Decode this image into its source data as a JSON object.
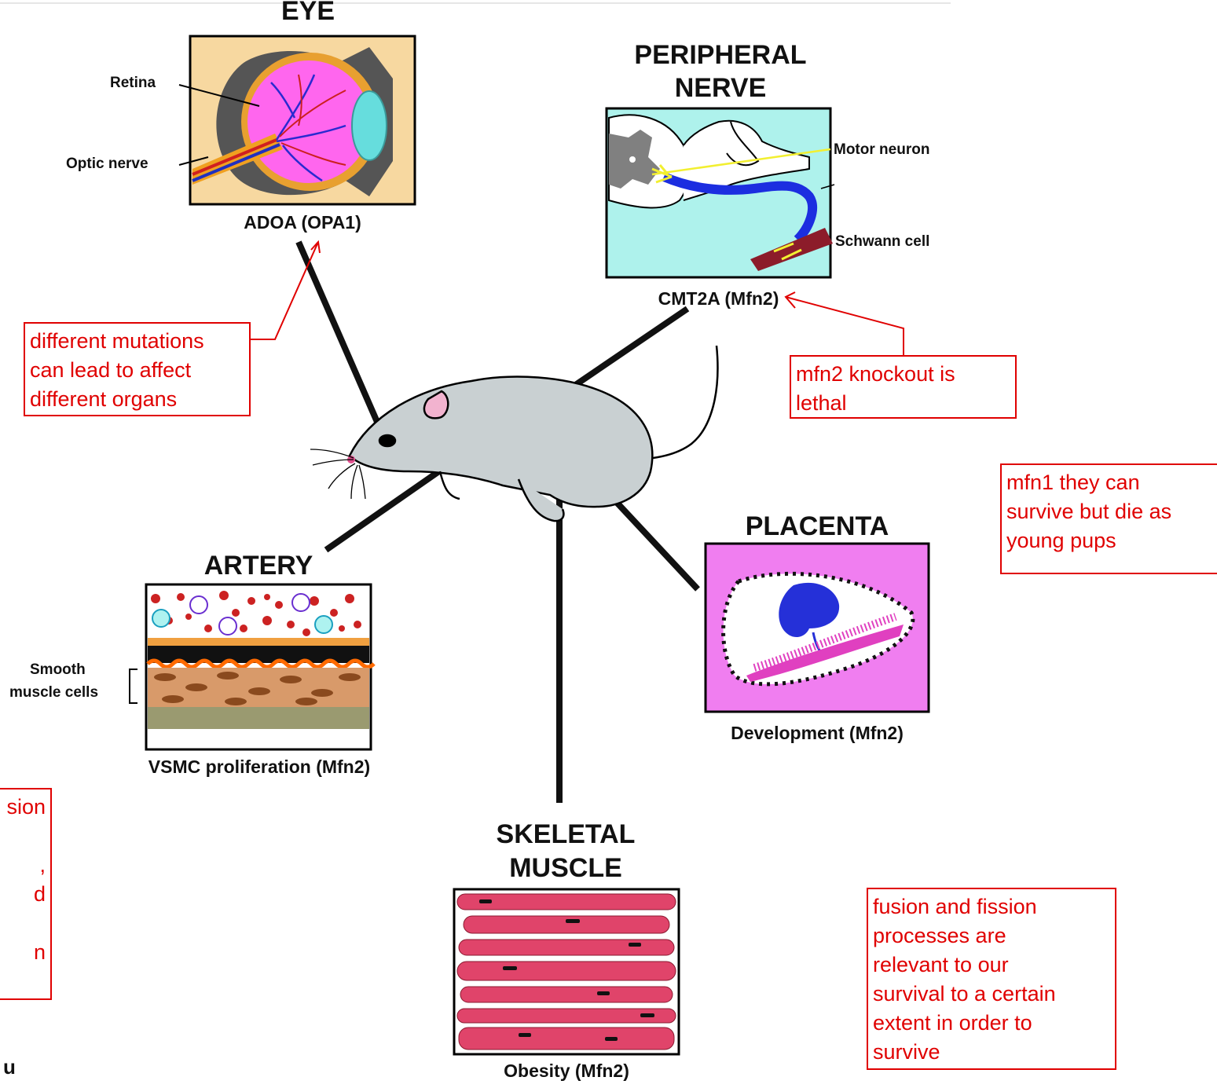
{
  "organs": {
    "eye": {
      "title": "EYE",
      "caption": "ADOA (OPA1)",
      "labels": {
        "retina": "Retina",
        "optic_nerve": "Optic nerve"
      }
    },
    "nerve": {
      "title_line1": "PERIPHERAL",
      "title_line2": "NERVE",
      "caption": "CMT2A (Mfn2)",
      "labels": {
        "motor": "Motor neuron",
        "schwann": "Schwann cell"
      }
    },
    "artery": {
      "title": "ARTERY",
      "caption": "VSMC proliferation (Mfn2)",
      "labels": {
        "smooth1": "Smooth",
        "smooth2": "muscle cells"
      }
    },
    "placenta": {
      "title": "PLACENTA",
      "caption": "Development (Mfn2)"
    },
    "muscle": {
      "title_line1": "SKELETAL",
      "title_line2": "MUSCLE",
      "caption": "Obesity (Mfn2)"
    }
  },
  "notes": {
    "mutations": [
      "different mutations",
      "can lead to affect",
      "different organs"
    ],
    "mfn2": [
      "mfn2 knockout is",
      "lethal"
    ],
    "mfn1": [
      "mfn1 they can",
      "survive but die as",
      "young pups"
    ],
    "fusion": [
      "fusion and fission",
      "processes are",
      "relevant to our",
      "survival to a certain",
      "extent in order to",
      "survive"
    ],
    "left_partial": [
      "sion",
      "",
      ",",
      "d",
      "",
      "n"
    ]
  },
  "bottom_left_fragment": "u",
  "colors": {
    "annotation": "#e00000",
    "line": "#111111"
  }
}
